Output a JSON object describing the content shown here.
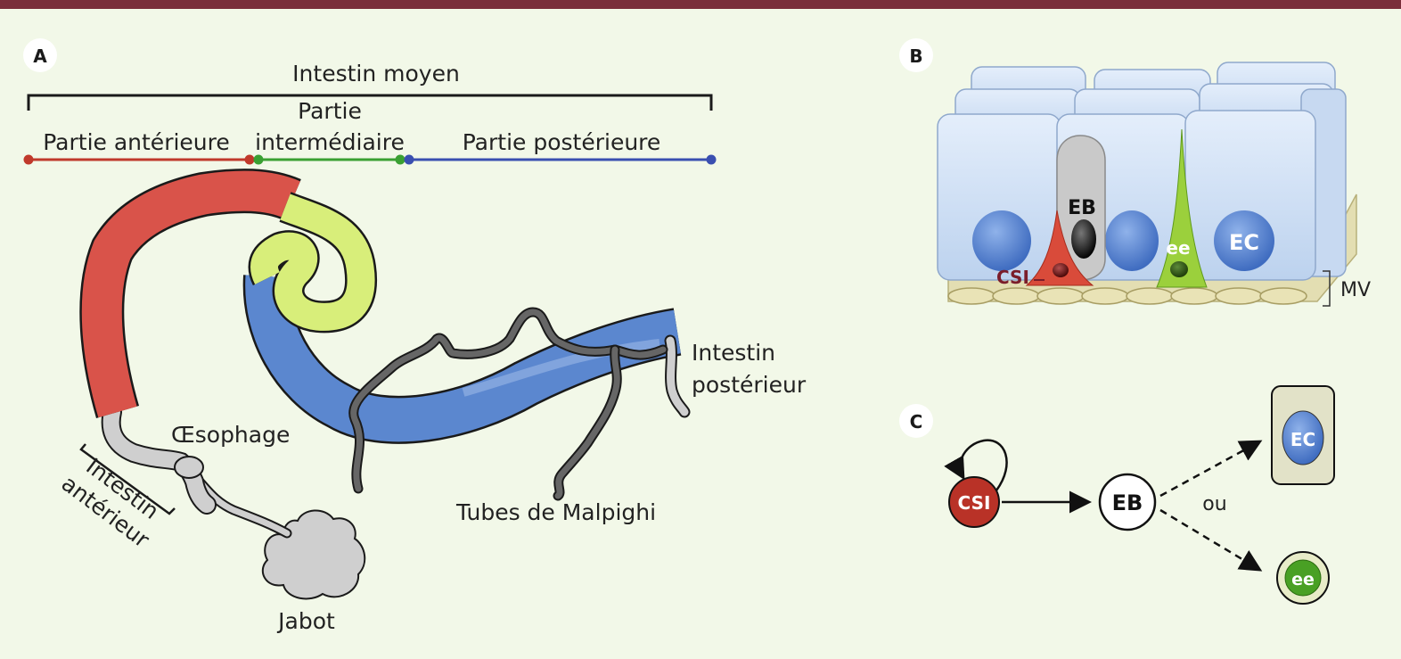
{
  "panels": {
    "a": {
      "letter": "A",
      "midgut_label": "Intestin moyen",
      "anterior_label": "Partie antérieure",
      "middle_label_1": "Partie",
      "middle_label_2": "intermédiaire",
      "posterior_label": "Partie postérieure",
      "esophagus_label": "Œsophage",
      "foregut_label_1": "Intestin",
      "foregut_label_2": "antérieur",
      "hindgut_label_1": "Intestin",
      "hindgut_label_2": "postérieur",
      "malpighi_label": "Tubes de Malpighi",
      "crop_label": "Jabot"
    },
    "b": {
      "letter": "B",
      "eb_label": "EB",
      "ee_label": "ee",
      "ec_label": "EC",
      "isc_label": "CSI",
      "mv_label": "MV"
    },
    "c": {
      "letter": "C",
      "isc_label": "CSI",
      "eb_label": "EB",
      "ec_label": "EC",
      "ee_label": "ee",
      "or_label": "ou"
    }
  },
  "colors": {
    "header_bar": "#7a2e3b",
    "background": "#f2f8e8",
    "anterior": "#d9534a",
    "middle": "#d8ee7a",
    "posterior": "#5b87cf",
    "gray_tissue": "#cfcfcf",
    "isc": "#c0392b",
    "ee": "#5aa52a",
    "ec": "#4e78c8",
    "cells": "#cfdff3"
  }
}
